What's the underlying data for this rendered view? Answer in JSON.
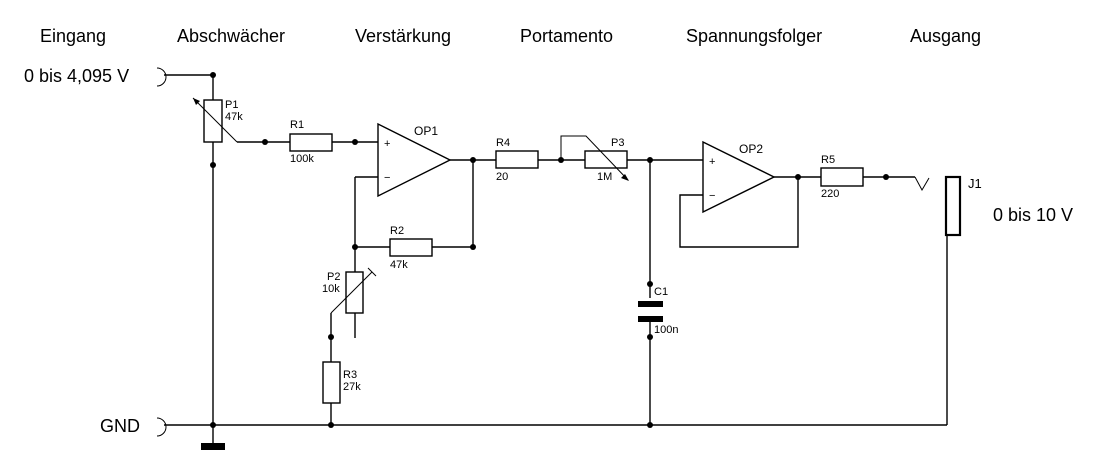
{
  "sections": {
    "input": "Eingang",
    "attenuator": "Abschwächer",
    "amplifier": "Verstärkung",
    "portamento": "Portamento",
    "follower": "Spannungsfolger",
    "output": "Ausgang"
  },
  "terminals": {
    "input_range": "0 bis 4,095 V",
    "ground": "GND",
    "output_range": "0 bis 10 V"
  },
  "components": {
    "P1": {
      "ref": "P1",
      "value": "47k"
    },
    "R1": {
      "ref": "R1",
      "value": "100k"
    },
    "OP1": {
      "ref": "OP1"
    },
    "R2": {
      "ref": "R2",
      "value": "47k"
    },
    "P2": {
      "ref": "P2",
      "value": "10k"
    },
    "R3": {
      "ref": "R3",
      "value": "27k"
    },
    "R4": {
      "ref": "R4",
      "value": "20"
    },
    "P3": {
      "ref": "P3",
      "value": "1M"
    },
    "C1": {
      "ref": "C1",
      "value": "100n"
    },
    "OP2": {
      "ref": "OP2"
    },
    "R5": {
      "ref": "R5",
      "value": "220"
    },
    "J1": {
      "ref": "J1"
    }
  },
  "opamp_pins": {
    "plus": "+",
    "minus": "−"
  }
}
